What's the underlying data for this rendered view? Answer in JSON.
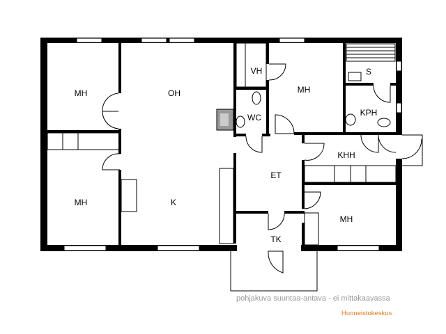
{
  "floorplan": {
    "rooms": {
      "mh1": "MH",
      "oh": "OH",
      "vh": "VH",
      "mh2": "MH",
      "s": "S",
      "wc": "WC",
      "kph": "KPH",
      "khh": "KHH",
      "et": "ET",
      "mh3": "MH",
      "k": "K",
      "mh4": "MH",
      "tk": "TK"
    }
  },
  "footer": {
    "note": "pohjakuva suuntaa-antava - ei mittakaavassa",
    "logo": "Huoneistokeskus",
    "logo_color": "#e87a1e"
  }
}
